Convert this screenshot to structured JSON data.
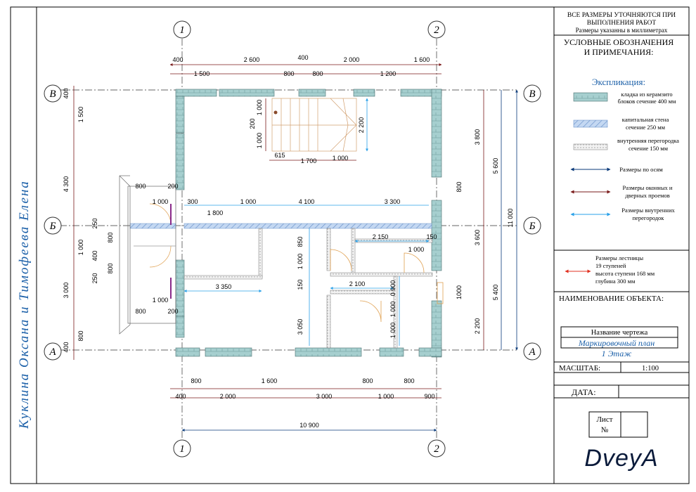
{
  "author_vertical": "Куклина Оксана и Тимофеева Елена",
  "axes": {
    "vertical": [
      "1",
      "2"
    ],
    "horizontal": [
      "В",
      "Б",
      "А"
    ]
  },
  "dims_top": {
    "row1": [
      "400",
      "2 600",
      "400",
      "2 000",
      "1 600"
    ],
    "row2": [
      "1 500",
      "800",
      "800",
      "1 200"
    ]
  },
  "dims_bottom": {
    "row1": [
      "800",
      "1 600",
      "800",
      "800"
    ],
    "row2": [
      "400",
      "2 000",
      "3 000",
      "1 000",
      "900"
    ],
    "total": "10 900"
  },
  "dims_left": [
    "400",
    "1 500",
    "4 300",
    "250",
    "800",
    "1 000",
    "400",
    "800",
    "250",
    "3 000",
    "800",
    "400"
  ],
  "dims_right": [
    "3 800",
    "800",
    "3 600",
    "5 600",
    "11 000",
    "5 400",
    "1000",
    "2 200"
  ],
  "dims_interior": {
    "stair": [
      "1 000",
      "200",
      "1 000",
      "2 200",
      "615",
      "1 700",
      "1 000"
    ],
    "porch": [
      "800",
      "200",
      "1 000",
      "1 000",
      "800",
      "200"
    ],
    "row_b": [
      "300",
      "1 800",
      "1 000",
      "4 100",
      "3 300"
    ],
    "rooms": [
      "3 350",
      "850",
      "1 000",
      "150",
      "2 150",
      "150",
      "1 000",
      "2 100",
      "0 900",
      "1 000",
      "1 000",
      "3 050"
    ]
  },
  "panel": {
    "note_lines": [
      "ВСЕ РАЗМЕРЫ УТОЧНЯЮТСЯ ПРИ",
      "ВЫПОЛНЕНИЯ РАБОТ",
      "Размеры указанны в миллиметрах"
    ],
    "legend_title_lines": [
      "УСЛОВНЫЕ ОБОЗНАЧЕНИЯ",
      "И ПРИМЕЧАНИЯ:"
    ],
    "explication": "Экспликация:",
    "legend": [
      {
        "lines": [
          "кладка из керамзито",
          "блоков сечение 400 мм"
        ]
      },
      {
        "lines": [
          "капитальная стена",
          "сечение 250 мм"
        ]
      },
      {
        "lines": [
          "внутренняя перегородка",
          "сечение 150 мм"
        ]
      },
      {
        "lines": [
          "Размеры по осям"
        ]
      },
      {
        "lines": [
          "Размеры оконных и",
          "дверных проемов"
        ]
      },
      {
        "lines": [
          "Размеры внутренних",
          "перегородок"
        ]
      }
    ],
    "stair_note": [
      "Размеры лестницы",
      "19 ступеней",
      "высота ступени 168 мм",
      "глубина 300 мм"
    ],
    "object_label": "НАИМЕНОВАНИЕ ОБЪЕКТА:",
    "drawing_label": "Название чертежа",
    "drawing_name_lines": [
      "Маркировочный план",
      "1 Этаж"
    ],
    "scale_label": "МАСШТАБ:",
    "scale_value": "1:100",
    "date_label": "ДАТА:",
    "sheet_label_lines": [
      "Лист",
      "№"
    ],
    "logo": "DveyA"
  },
  "colors": {
    "axis_dim": "#0a3a7a",
    "opening_dim": "#7a1a1a",
    "interior_dim": "#2aa0e8",
    "stair_dim": "#e03020",
    "block_wall": "#9ec9c9",
    "capital_wall": "#a9c6ea",
    "stair_drawing": "#d2a070",
    "door_swing": "#e0a050"
  }
}
